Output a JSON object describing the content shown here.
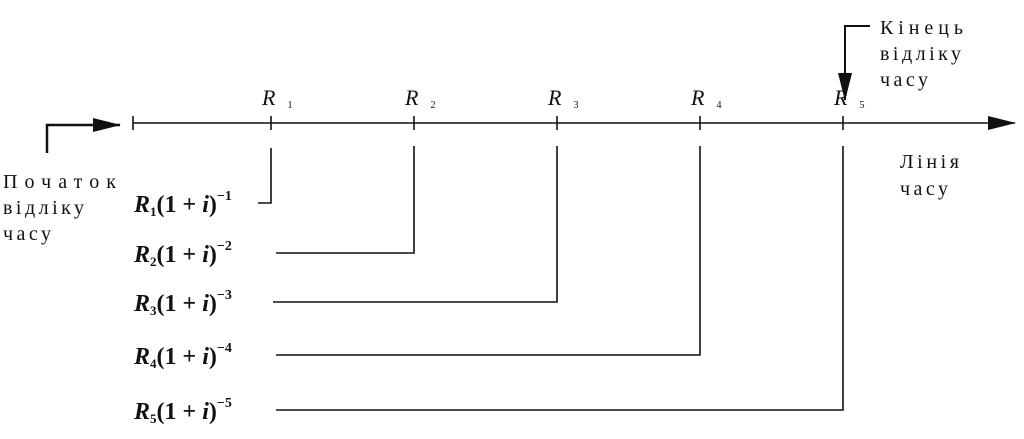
{
  "start_label": [
    "Початок",
    "відліку",
    "часу"
  ],
  "end_label": [
    "Кінець",
    "відліку",
    "часу"
  ],
  "timeline_label": [
    "Лінія",
    "часу"
  ],
  "periods": [
    {
      "R": "R",
      "sub": "1",
      "exp": "−1"
    },
    {
      "R": "R",
      "sub": "2",
      "exp": "−2"
    },
    {
      "R": "R",
      "sub": "3",
      "exp": "−3"
    },
    {
      "R": "R",
      "sub": "4",
      "exp": "−4"
    },
    {
      "R": "R",
      "sub": "5",
      "exp": "−5"
    }
  ],
  "formula": {
    "open": "(1 + ",
    "var": "i",
    "close": ")"
  }
}
